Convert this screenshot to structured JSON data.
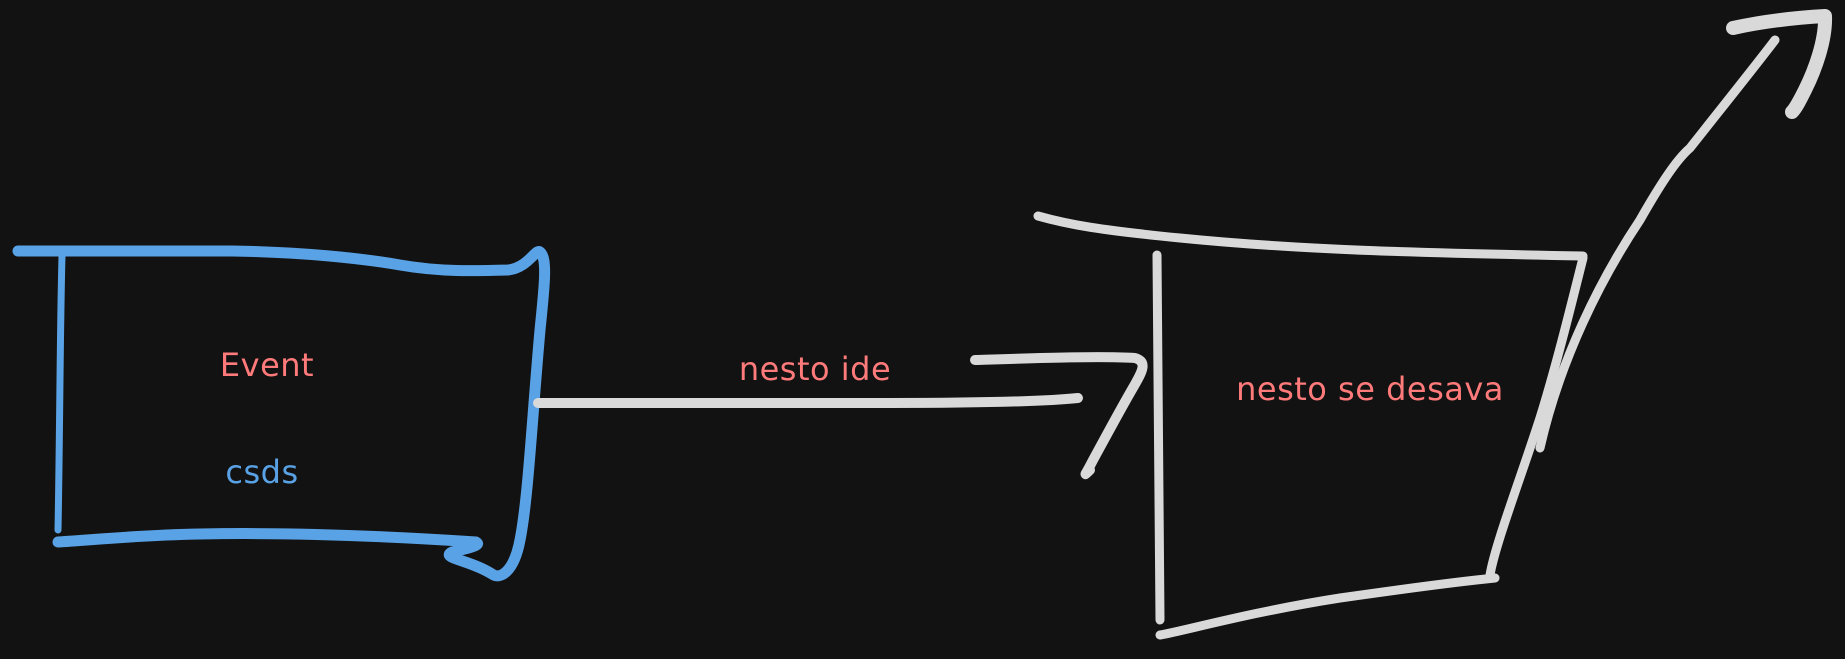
{
  "colors": {
    "background": "#121212",
    "event_box_stroke": "#5aa2e6",
    "neutral_stroke": "#d9d9d9",
    "label_red": "#ff7a7a",
    "label_blue": "#5aa2e6"
  },
  "event_box": {
    "title": "Event",
    "subtitle": "csds"
  },
  "arrow": {
    "label": "nesto ide"
  },
  "target_box": {
    "label": "nesto se desava"
  }
}
